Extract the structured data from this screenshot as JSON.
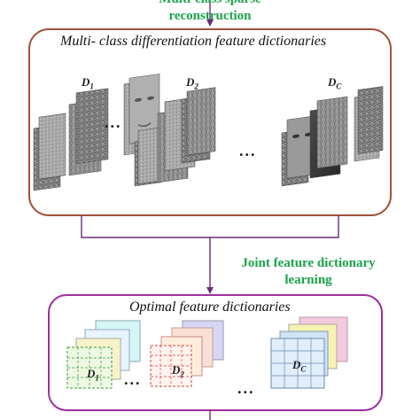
{
  "stage_top": {
    "label_line1": "Multi-class sparse",
    "label_line2": "reconstruction"
  },
  "panel_top": {
    "title": "Multi- class differentiation  feature dictionaries",
    "dictionaries": [
      {
        "label": "D",
        "subscript": "1"
      },
      {
        "label": "D",
        "subscript": "2"
      },
      {
        "label": "D",
        "subscript": "C"
      }
    ],
    "ellipsis": "...",
    "group_ellipsis": "..."
  },
  "stage_middle": {
    "label_line1": "Joint feature dictionary",
    "label_line2": "learning"
  },
  "panel_bottom": {
    "title": "Optimal  feature dictionaries",
    "dictionaries": [
      {
        "label": "D",
        "subscript": "1"
      },
      {
        "label": "D",
        "subscript": "2"
      },
      {
        "label": "D",
        "subscript": "C"
      }
    ],
    "ellipsis": "...",
    "group_ellipsis": "..."
  },
  "colors": {
    "panel_top_border": "#a0523c",
    "panel_bottom_border": "#a0309a",
    "arrow": "#6b2d7a",
    "label_green": "#1aa34a"
  }
}
